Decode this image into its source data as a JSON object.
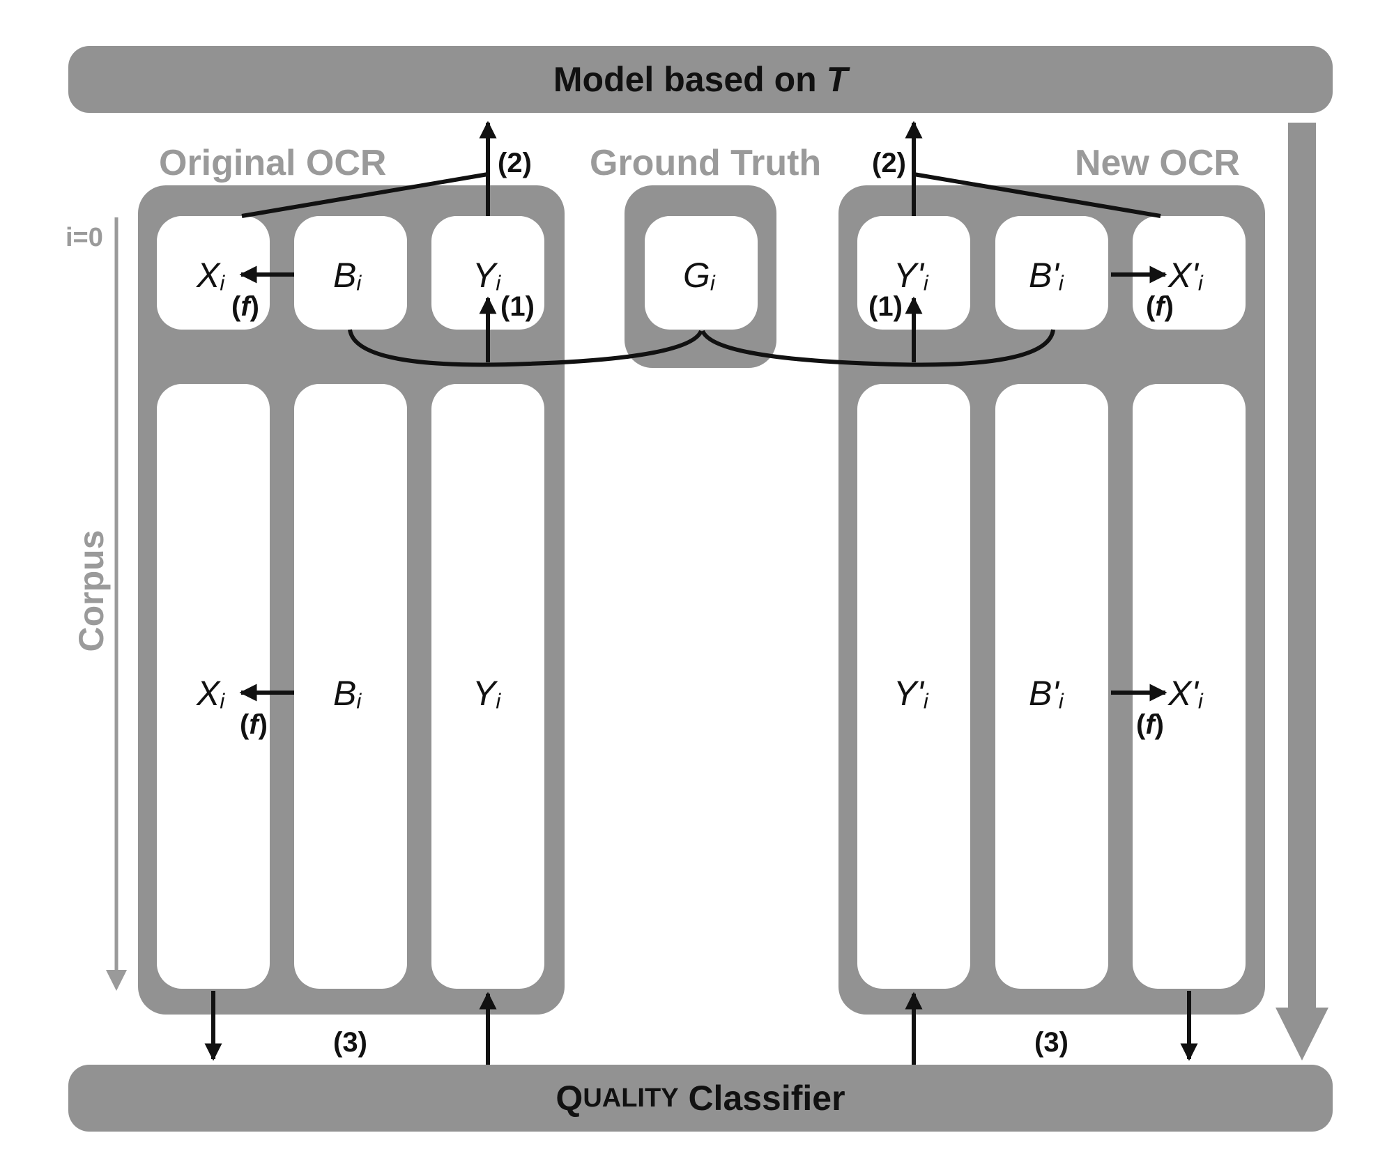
{
  "top_bar": {
    "label_prefix": "Model based on ",
    "label_var": "T"
  },
  "bottom_bar": {
    "q": "Q",
    "uality": "UALITY",
    "rest": " Classifier"
  },
  "sections": {
    "original": "Original OCR",
    "ground_truth": "Ground Truth",
    "new": "New OCR"
  },
  "side": {
    "index": "i=0",
    "corpus": "Corpus"
  },
  "vars": {
    "x": "X",
    "b": "B",
    "y": "Y",
    "g": "G",
    "xp": "X'",
    "bp": "B'",
    "yp": "Y'",
    "sub": "i"
  },
  "steps": {
    "one": "(1)",
    "two": "(2)",
    "three": "(3)",
    "f": "f"
  },
  "colors": {
    "panel": "#929292",
    "cell": "#ffffff",
    "ink": "#111111",
    "section_text": "#9a9a9a"
  }
}
